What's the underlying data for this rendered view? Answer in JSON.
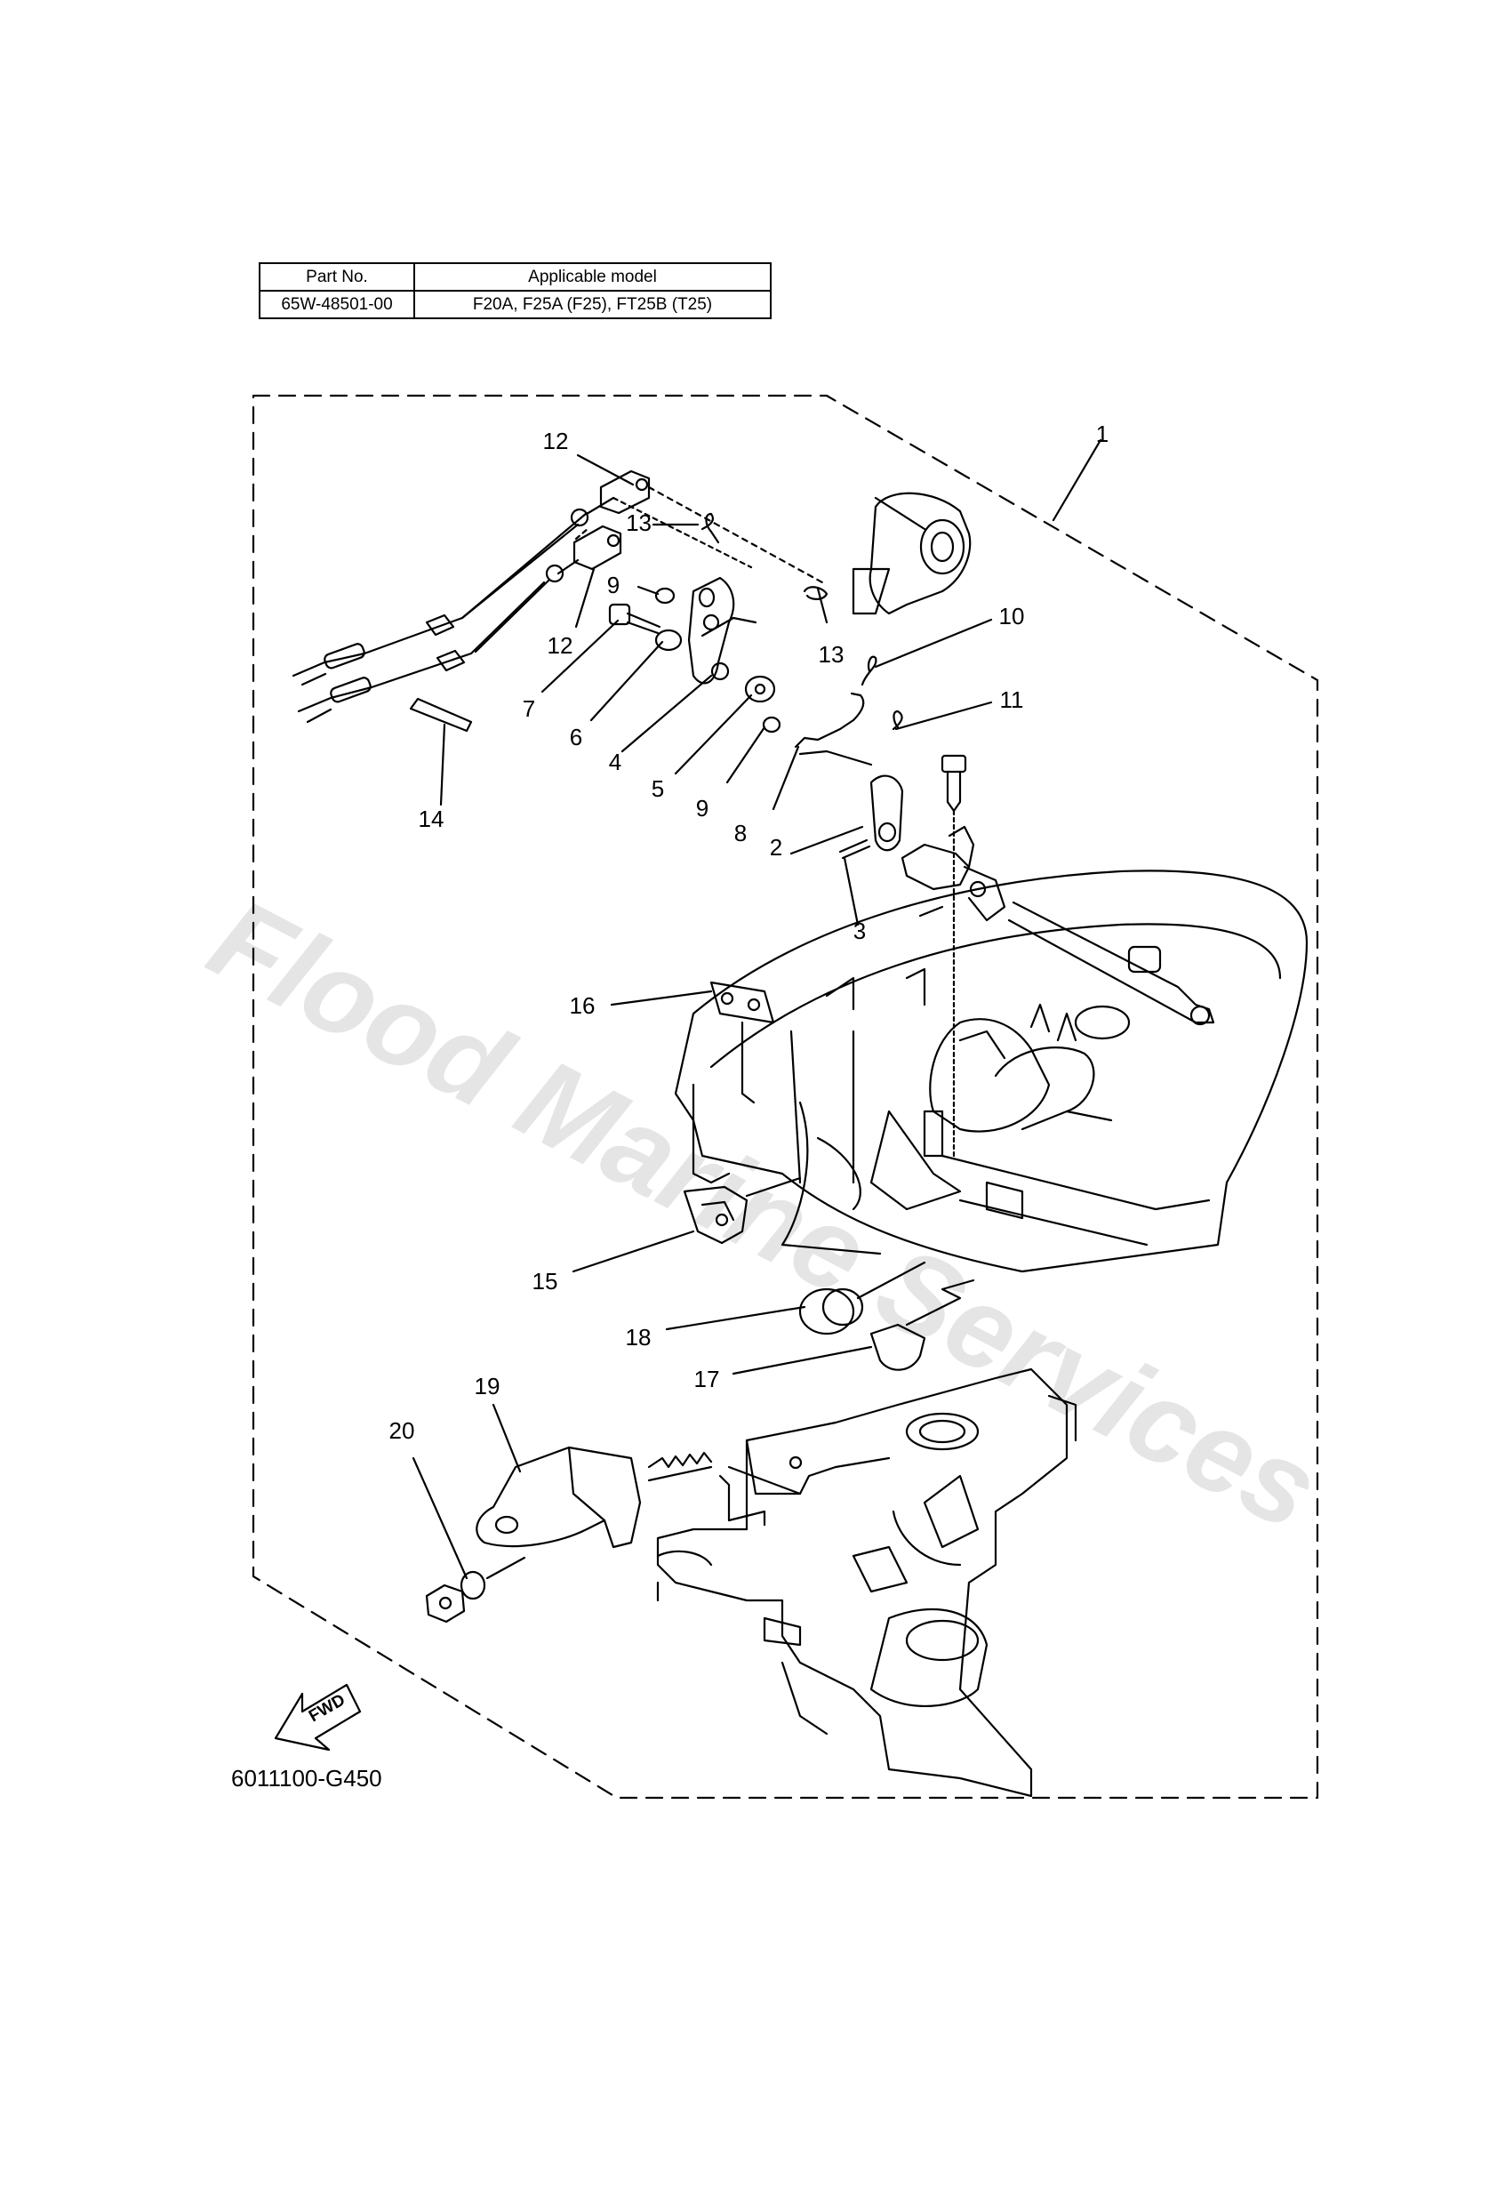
{
  "table": {
    "headers": [
      "Part No.",
      "Applicable model"
    ],
    "row": [
      "65W-48501-00",
      "F20A, F25A (F25), FT25B (T25)"
    ]
  },
  "callouts": {
    "n1": "1",
    "n2": "2",
    "n3": "3",
    "n4": "4",
    "n5": "5",
    "n6": "6",
    "n7": "7",
    "n8": "8",
    "n9a": "9",
    "n9b": "9",
    "n10": "10",
    "n11": "11",
    "n12a": "12",
    "n12b": "12",
    "n13a": "13",
    "n13b": "13",
    "n14": "14",
    "n15": "15",
    "n16": "16",
    "n17": "17",
    "n18": "18",
    "n19": "19",
    "n20": "20"
  },
  "fwd_label": "FWD",
  "reference_code": "6011100-G450",
  "watermark": "Flood Marine Services"
}
